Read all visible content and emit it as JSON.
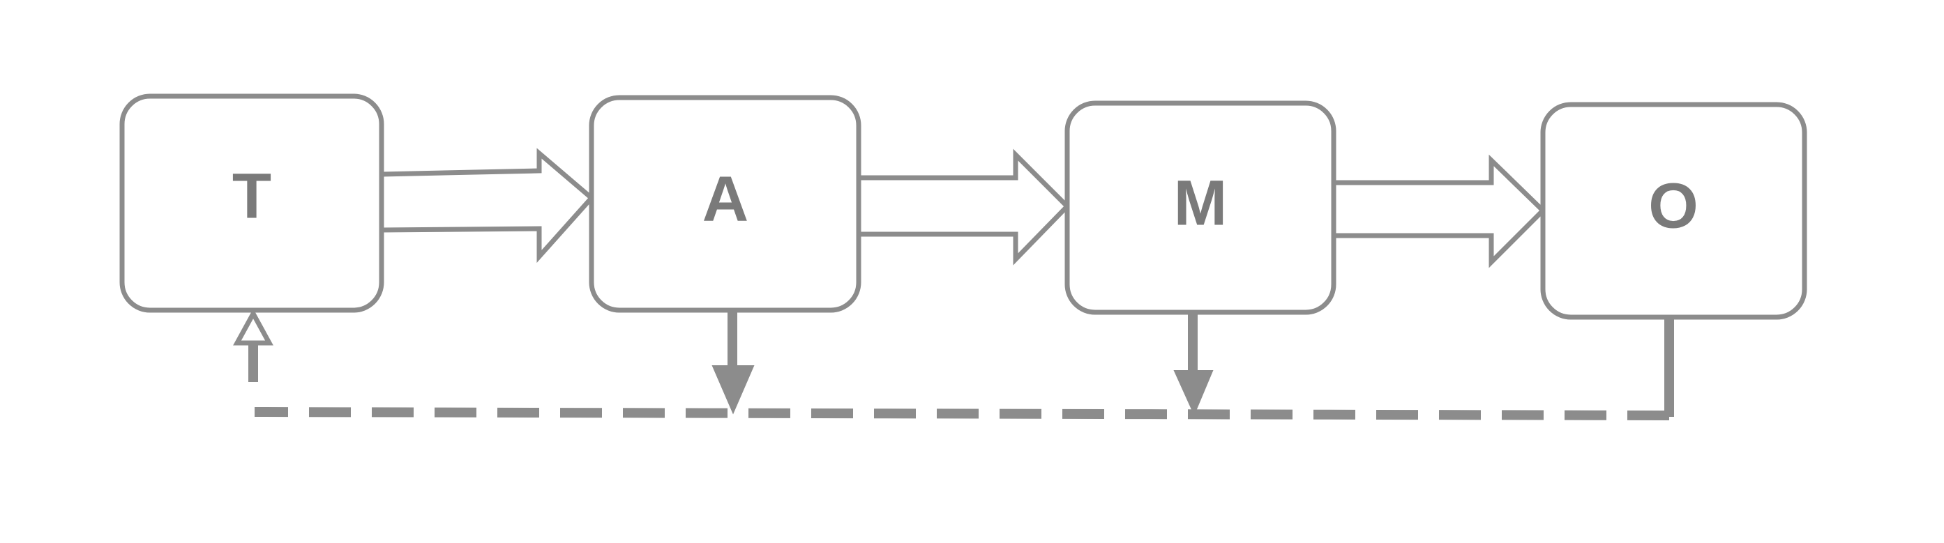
{
  "diagram": {
    "boxes": [
      {
        "id": "T",
        "label": "T"
      },
      {
        "id": "A",
        "label": "A"
      },
      {
        "id": "M",
        "label": "M"
      },
      {
        "id": "O",
        "label": "O"
      }
    ],
    "flows": [
      {
        "from": "T",
        "to": "A",
        "style": "hollow-block-arrow"
      },
      {
        "from": "A",
        "to": "M",
        "style": "hollow-block-arrow"
      },
      {
        "from": "M",
        "to": "O",
        "style": "hollow-block-arrow"
      }
    ],
    "feedback": {
      "style": "dashed",
      "path": [
        "O",
        "M",
        "A",
        "T"
      ],
      "junctions": [
        {
          "from": "A",
          "head": "solid-triangle-down"
        },
        {
          "from": "M",
          "head": "solid-triangle-down"
        }
      ],
      "return_to": "T",
      "return_head": "hollow-triangle-up"
    },
    "color": "#8c8c8c"
  }
}
